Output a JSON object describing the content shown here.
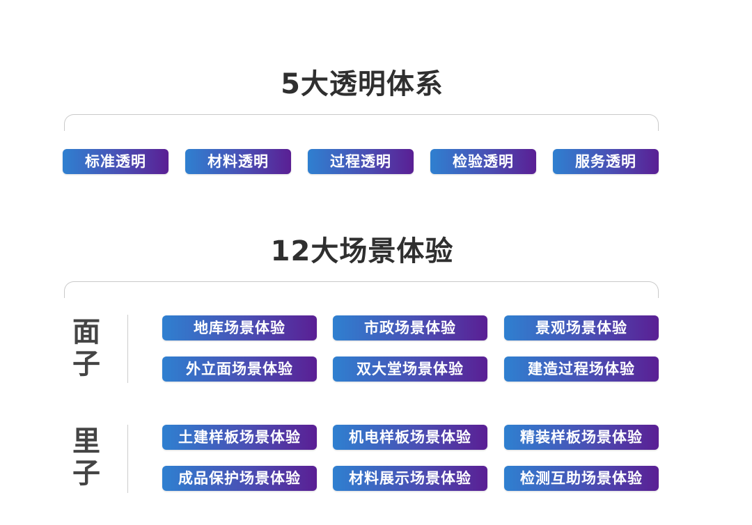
{
  "section1": {
    "title": "5大透明体系",
    "items": [
      "标准透明",
      "材料透明",
      "过程透明",
      "检验透明",
      "服务透明"
    ]
  },
  "section2": {
    "title": "12大场景体验",
    "groups": [
      {
        "label": "面子",
        "rows": [
          [
            "地库场景体验",
            "市政场景体验",
            "景观场景体验"
          ],
          [
            "外立面场景体验",
            "双大堂场景体验",
            "建造过程场体验"
          ]
        ]
      },
      {
        "label": "里子",
        "rows": [
          [
            "土建样板场景体验",
            "机电样板场景体验",
            "精装样板场景体验"
          ],
          [
            "成品保护场景体验",
            "材料展示场景体验",
            "检测互助场景体验"
          ]
        ]
      }
    ]
  },
  "colors": {
    "pill_gradient_start": "#2f80d0",
    "pill_gradient_end": "#5a1f94",
    "title_text": "#2f2f2f"
  }
}
